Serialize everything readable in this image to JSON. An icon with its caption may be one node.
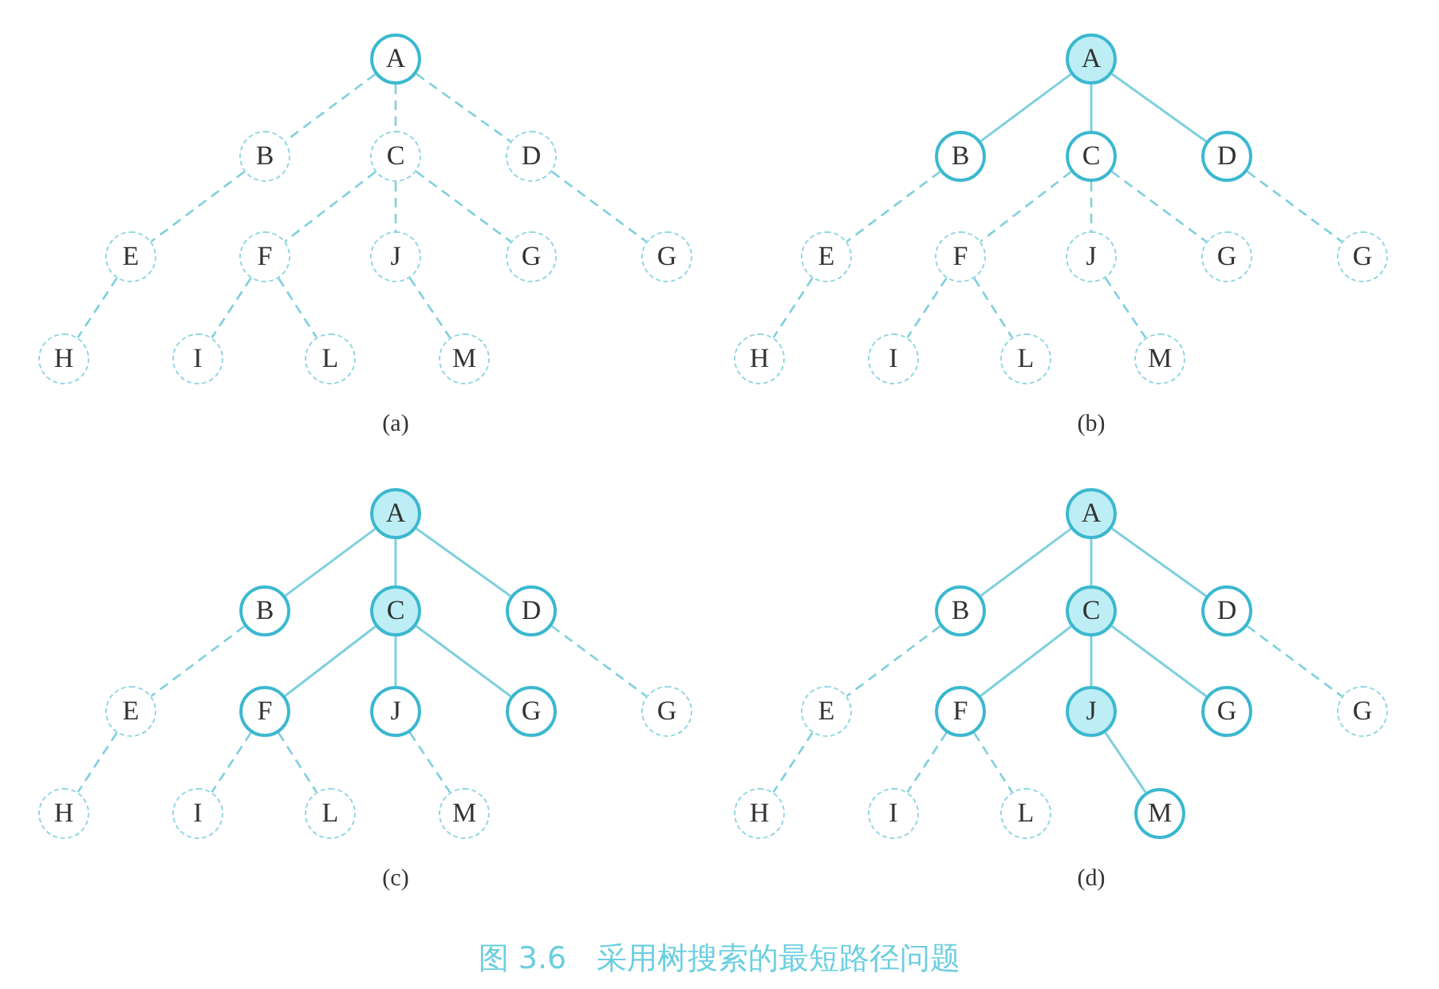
{
  "diagram": {
    "caption": "图 3.6　采用树搜索的最短路径问题",
    "nodes": [
      {
        "text": [
          "A"
        ]
      },
      {
        "text": [
          "B"
        ]
      },
      {
        "text": [
          "C"
        ]
      },
      {
        "text": [
          "D"
        ]
      },
      {
        "text": [
          "E"
        ]
      },
      {
        "text": [
          "F"
        ]
      },
      {
        "text": [
          "J"
        ]
      },
      {
        "text": [
          "G"
        ]
      },
      {
        "text": [
          "G"
        ]
      },
      {
        "text": [
          "H"
        ]
      },
      {
        "text": [
          "I"
        ]
      },
      {
        "text": [
          "L"
        ]
      },
      {
        "text": [
          "M"
        ]
      },
      {
        "text": [
          "A"
        ]
      },
      {
        "text": [
          "B"
        ]
      },
      {
        "text": [
          "C"
        ]
      },
      {
        "text": [
          "D"
        ]
      },
      {
        "text": [
          "E"
        ]
      },
      {
        "text": [
          "F"
        ]
      },
      {
        "text": [
          "J"
        ]
      },
      {
        "text": [
          "G"
        ]
      },
      {
        "text": [
          "G"
        ]
      },
      {
        "text": [
          "H"
        ]
      },
      {
        "text": [
          "I"
        ]
      },
      {
        "text": [
          "L"
        ]
      },
      {
        "text": [
          "M"
        ]
      },
      {
        "text": [
          "A"
        ]
      },
      {
        "text": [
          "B"
        ]
      },
      {
        "text": [
          "C"
        ]
      },
      {
        "text": [
          "D"
        ]
      },
      {
        "text": [
          "E"
        ]
      },
      {
        "text": [
          "F"
        ]
      },
      {
        "text": [
          "J"
        ]
      },
      {
        "text": [
          "G"
        ]
      },
      {
        "text": [
          "G"
        ]
      },
      {
        "text": [
          "H"
        ]
      },
      {
        "text": [
          "I"
        ]
      },
      {
        "text": [
          "L"
        ]
      },
      {
        "text": [
          "M"
        ]
      },
      {
        "text": [
          "A"
        ]
      },
      {
        "text": [
          "B"
        ]
      },
      {
        "text": [
          "C"
        ]
      },
      {
        "text": [
          "D"
        ]
      },
      {
        "text": [
          "E"
        ]
      },
      {
        "text": [
          "F"
        ]
      },
      {
        "text": [
          "J"
        ]
      },
      {
        "text": [
          "G"
        ]
      },
      {
        "text": [
          "G"
        ]
      },
      {
        "text": [
          "H"
        ]
      },
      {
        "text": [
          "I"
        ]
      },
      {
        "text": [
          "L"
        ]
      },
      {
        "text": [
          "M"
        ]
      }
    ],
    "edges": [
      {
        "from": 0,
        "to": 1,
        "arrow": "none",
        "style": "dashed"
      },
      {
        "from": 0,
        "to": 2,
        "arrow": "none",
        "style": "dashed"
      },
      {
        "from": 0,
        "to": 3,
        "arrow": "none",
        "style": "dashed"
      },
      {
        "from": 1,
        "to": 4,
        "arrow": "none",
        "style": "dashed"
      },
      {
        "from": 2,
        "to": 5,
        "arrow": "none",
        "style": "dashed"
      },
      {
        "from": 2,
        "to": 6,
        "arrow": "none",
        "style": "dashed"
      },
      {
        "from": 2,
        "to": 7,
        "arrow": "none",
        "style": "dashed"
      },
      {
        "from": 3,
        "to": 8,
        "arrow": "none",
        "style": "dashed"
      },
      {
        "from": 4,
        "to": 9,
        "arrow": "none",
        "style": "dashed"
      },
      {
        "from": 5,
        "to": 10,
        "arrow": "none",
        "style": "dashed"
      },
      {
        "from": 5,
        "to": 11,
        "arrow": "none",
        "style": "dashed"
      },
      {
        "from": 6,
        "to": 12,
        "arrow": "none",
        "style": "dashed"
      },
      {
        "from": 13,
        "to": 14,
        "arrow": "none"
      },
      {
        "from": 13,
        "to": 15,
        "arrow": "none"
      },
      {
        "from": 13,
        "to": 16,
        "arrow": "none"
      },
      {
        "from": 14,
        "to": 17,
        "arrow": "none",
        "style": "dashed"
      },
      {
        "from": 15,
        "to": 18,
        "arrow": "none",
        "style": "dashed"
      },
      {
        "from": 15,
        "to": 19,
        "arrow": "none",
        "style": "dashed"
      },
      {
        "from": 15,
        "to": 20,
        "arrow": "none",
        "style": "dashed"
      },
      {
        "from": 16,
        "to": 21,
        "arrow": "none",
        "style": "dashed"
      },
      {
        "from": 17,
        "to": 22,
        "arrow": "none",
        "style": "dashed"
      },
      {
        "from": 18,
        "to": 23,
        "arrow": "none",
        "style": "dashed"
      },
      {
        "from": 18,
        "to": 24,
        "arrow": "none",
        "style": "dashed"
      },
      {
        "from": 19,
        "to": 25,
        "arrow": "none",
        "style": "dashed"
      },
      {
        "from": 26,
        "to": 27,
        "arrow": "none"
      },
      {
        "from": 26,
        "to": 28,
        "arrow": "none"
      },
      {
        "from": 26,
        "to": 29,
        "arrow": "none"
      },
      {
        "from": 27,
        "to": 30,
        "arrow": "none",
        "style": "dashed"
      },
      {
        "from": 28,
        "to": 31,
        "arrow": "none"
      },
      {
        "from": 28,
        "to": 32,
        "arrow": "none"
      },
      {
        "from": 28,
        "to": 33,
        "arrow": "none"
      },
      {
        "from": 29,
        "to": 34,
        "arrow": "none",
        "style": "dashed"
      },
      {
        "from": 30,
        "to": 35,
        "arrow": "none",
        "style": "dashed"
      },
      {
        "from": 31,
        "to": 36,
        "arrow": "none",
        "style": "dashed"
      },
      {
        "from": 31,
        "to": 37,
        "arrow": "none",
        "style": "dashed"
      },
      {
        "from": 32,
        "to": 38,
        "arrow": "none",
        "style": "dashed"
      },
      {
        "from": 39,
        "to": 40,
        "arrow": "none"
      },
      {
        "from": 39,
        "to": 41,
        "arrow": "none"
      },
      {
        "from": 39,
        "to": 42,
        "arrow": "none"
      },
      {
        "from": 40,
        "to": 43,
        "arrow": "none",
        "style": "dashed"
      },
      {
        "from": 41,
        "to": 44,
        "arrow": "none"
      },
      {
        "from": 41,
        "to": 45,
        "arrow": "none"
      },
      {
        "from": 41,
        "to": 46,
        "arrow": "none"
      },
      {
        "from": 42,
        "to": 47,
        "arrow": "none",
        "style": "dashed"
      },
      {
        "from": 43,
        "to": 48,
        "arrow": "none",
        "style": "dashed"
      },
      {
        "from": 44,
        "to": 49,
        "arrow": "none",
        "style": "dashed"
      },
      {
        "from": 44,
        "to": 50,
        "arrow": "none",
        "style": "dashed"
      },
      {
        "from": 45,
        "to": 51,
        "arrow": "none"
      }
    ],
    "labels": [
      "(a)",
      "(b)",
      "(c)",
      "(d)"
    ]
  }
}
